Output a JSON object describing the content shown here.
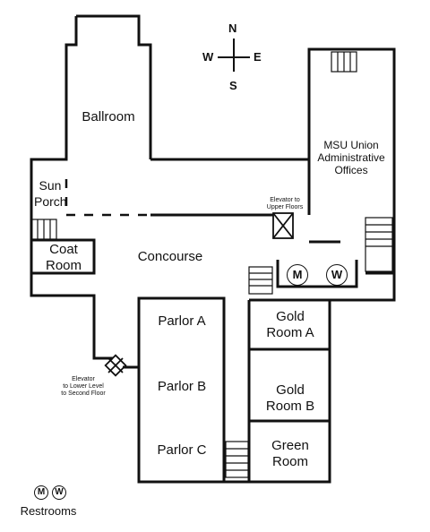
{
  "compass": {
    "north": "N",
    "south": "S",
    "east": "E",
    "west": "W"
  },
  "rooms": {
    "ballroom": "Ballroom",
    "sun_porch": "Sun\nPorch",
    "coat_room": "Coat\nRoom",
    "concourse": "Concourse",
    "offices": "MSU Union\nAdministrative\nOffices",
    "parlor_a": "Parlor A",
    "parlor_b": "Parlor B",
    "parlor_c": "Parlor C",
    "gold_room_a": "Gold\nRoom A",
    "gold_room_b": "Gold\nRoom B",
    "green_room": "Green\nRoom"
  },
  "elevators": {
    "upper": "Elevator to\nUpper Floors",
    "lower": "Elevator\nto Lower Level\nto Second Floor"
  },
  "restroom_icons": {
    "men": "M",
    "women": "W"
  },
  "legend": {
    "men": "M",
    "women": "W",
    "label": "Restrooms"
  }
}
